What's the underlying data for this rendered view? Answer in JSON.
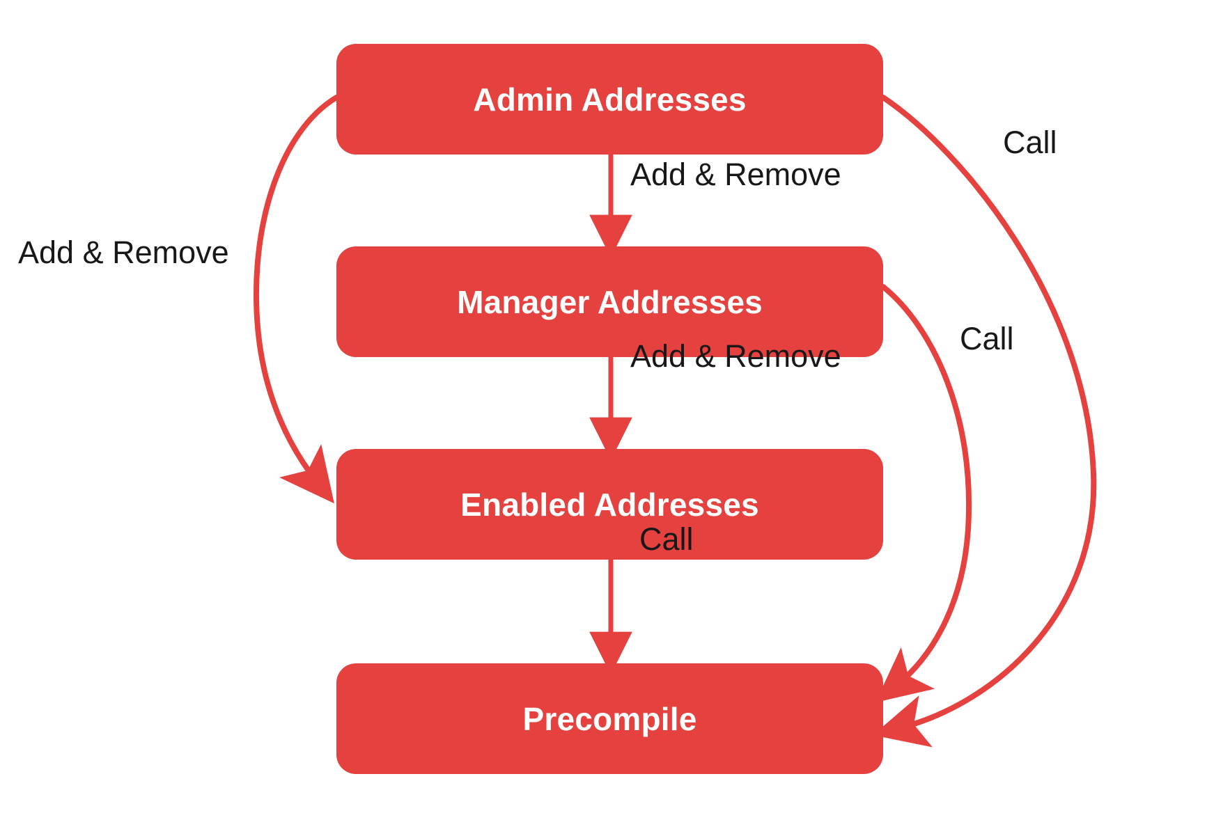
{
  "diagram": {
    "type": "flowchart",
    "background_color": "#ffffff",
    "node_color": "#E4413F",
    "node_text_color": "#ffffff",
    "edge_color": "#E4413F",
    "edge_label_color": "#18181a",
    "nodes": [
      {
        "id": "admin",
        "label": "Admin Addresses"
      },
      {
        "id": "manager",
        "label": "Manager Addresses"
      },
      {
        "id": "enabled",
        "label": "Enabled Addresses"
      },
      {
        "id": "precompile",
        "label": "Precompile"
      }
    ],
    "edges": [
      {
        "id": "admin-manager",
        "from": "admin",
        "to": "manager",
        "label": "Add & Remove"
      },
      {
        "id": "manager-enabled",
        "from": "manager",
        "to": "enabled",
        "label": "Add & Remove"
      },
      {
        "id": "enabled-precompile",
        "from": "enabled",
        "to": "precompile",
        "label": "Call"
      },
      {
        "id": "admin-enabled",
        "from": "admin",
        "to": "enabled",
        "label": "Add & Remove"
      },
      {
        "id": "admin-precompile",
        "from": "admin",
        "to": "precompile",
        "label": "Call"
      },
      {
        "id": "manager-precompile",
        "from": "manager",
        "to": "precompile",
        "label": "Call"
      }
    ]
  }
}
